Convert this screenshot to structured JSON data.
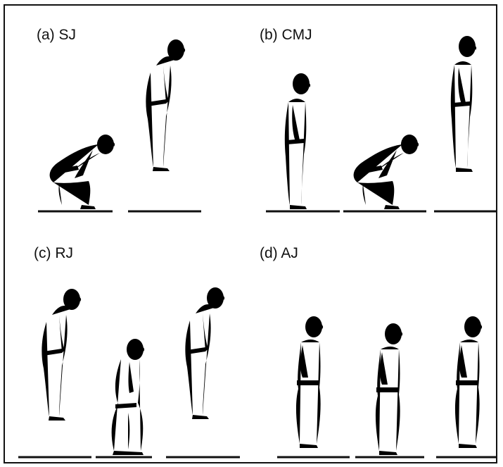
{
  "panels": {
    "a": {
      "label": "(a) SJ"
    },
    "b": {
      "label": "(b) CMJ"
    },
    "c": {
      "label": "(c) RJ"
    },
    "d": {
      "label": "(d) AJ"
    }
  },
  "colors": {
    "ink": "#111111",
    "background": "#ffffff"
  }
}
